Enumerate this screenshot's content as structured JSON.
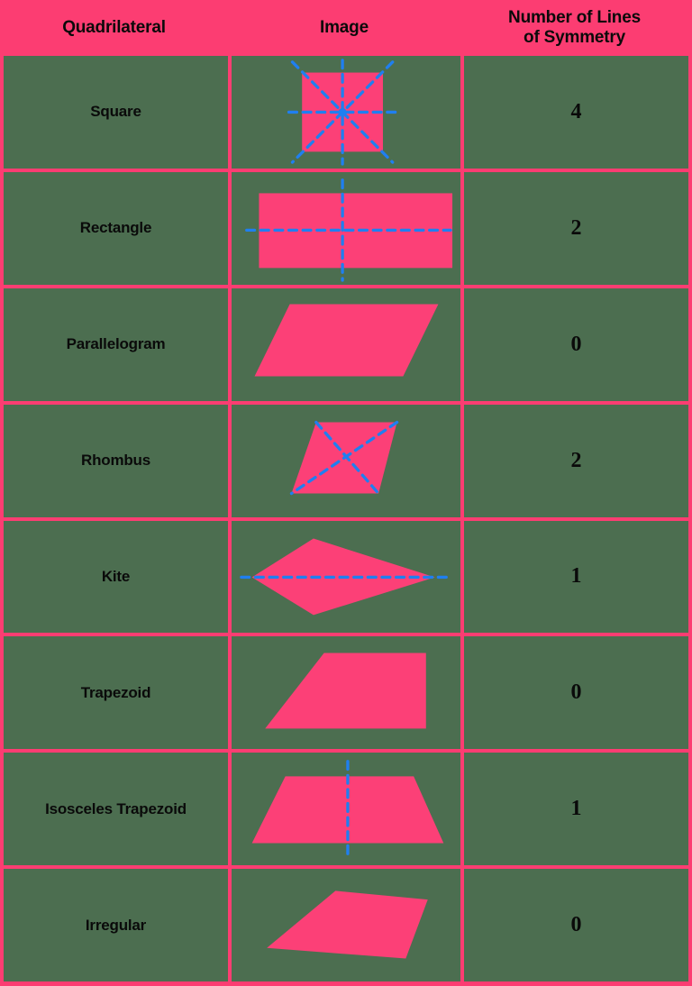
{
  "table": {
    "headers": [
      {
        "label": "Quadrilateral",
        "lines": [
          "Quadrilateral"
        ]
      },
      {
        "label": "Image",
        "lines": [
          "Image"
        ]
      },
      {
        "label": "Number of Lines of Symmetry",
        "line1": "Number of Lines",
        "line2": "of Symmetry"
      }
    ],
    "rows": [
      {
        "name": "Square",
        "image": "square-diagram",
        "lines_of_symmetry": "4"
      },
      {
        "name": "Rectangle",
        "image": "rectangle-diagram",
        "lines_of_symmetry": "2"
      },
      {
        "name": "Parallelogram",
        "image": "parallelogram-diagram",
        "lines_of_symmetry": "0"
      },
      {
        "name": "Rhombus",
        "image": "rhombus-diagram",
        "lines_of_symmetry": "2"
      },
      {
        "name": "Kite",
        "image": "kite-diagram",
        "lines_of_symmetry": "1"
      },
      {
        "name": "Trapezoid",
        "image": "trapezoid-diagram",
        "lines_of_symmetry": "0"
      },
      {
        "name": "Isosceles Trapezoid",
        "image": "isosceles-trapezoid-diagram",
        "lines_of_symmetry": "1"
      },
      {
        "name": "Irregular",
        "image": "irregular-quadrilateral-diagram",
        "lines_of_symmetry": "0"
      }
    ]
  },
  "colors": {
    "header_background": "#fc3d72",
    "grid_line": "#fc3d72",
    "cell_background": "#4c6e50",
    "shape_fill": "#fc4077",
    "symmetry_line": "#1f7ff0",
    "text": "#0a0a0a"
  }
}
